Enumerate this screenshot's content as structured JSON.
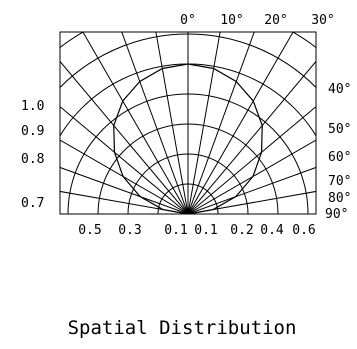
{
  "chart_data": {
    "type": "polar",
    "caption": "Spatial Distribution",
    "angle_labels_top": [
      "0°",
      "10°",
      "20°",
      "30°"
    ],
    "angle_labels_right": [
      "40°",
      "50°",
      "60°",
      "70°",
      "80°",
      "90°"
    ],
    "left_tick_labels": [
      "1.0",
      "0.9",
      "0.8",
      "0.7"
    ],
    "bottom_tick_labels": [
      "0.5",
      "0.3",
      "0.1",
      "0.1",
      "0.2",
      "0.4",
      "0.6"
    ],
    "radial_lines_deg": [
      -90,
      -80,
      -70,
      -60,
      -50,
      -40,
      -30,
      -20,
      -10,
      0,
      10,
      20,
      30,
      40,
      50,
      60,
      70,
      80,
      90
    ],
    "ring_values": [
      0.1,
      0.2,
      0.3,
      0.4,
      0.5,
      0.6,
      0.7,
      0.8,
      0.9,
      1.0
    ],
    "series": [
      {
        "angles_deg": [
          0,
          10,
          20,
          30,
          40,
          50,
          60,
          70,
          80,
          90
        ],
        "values": [
          1.0,
          0.985,
          0.94,
          0.87,
          0.77,
          0.64,
          0.5,
          0.34,
          0.17,
          0.0
        ]
      }
    ],
    "rmax": 1.0,
    "grid": true
  },
  "colors": {
    "line": "#000000",
    "background": "#ffffff"
  }
}
